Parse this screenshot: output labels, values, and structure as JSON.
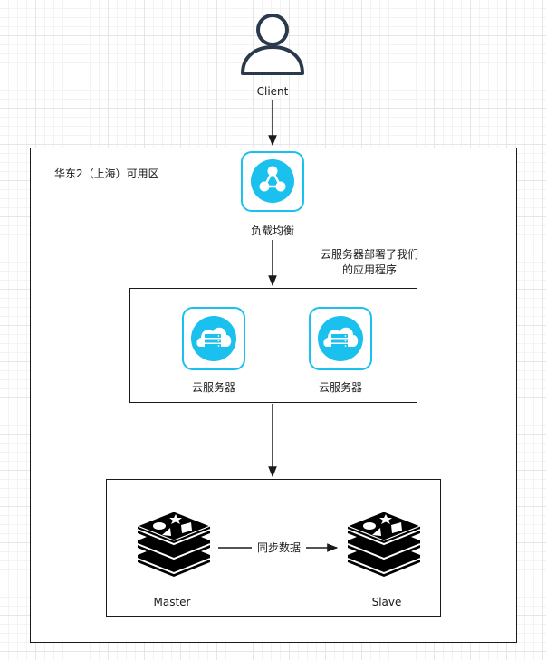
{
  "client": {
    "label": "Client"
  },
  "region": {
    "title": "华东2（上海）可用区"
  },
  "load_balancer": {
    "label": "负载均衡"
  },
  "deploy_note": {
    "line1": "云服务器部署了我们",
    "line2": "的应用程序"
  },
  "servers": [
    {
      "label": "云服务器"
    },
    {
      "label": "云服务器"
    }
  ],
  "redis": {
    "master_label": "Master",
    "slave_label": "Slave",
    "sync_label": "同步数据"
  },
  "colors": {
    "accent": "#1ac0ee",
    "line": "#1a1a1a",
    "redis_black": "#000000",
    "client_navy": "#2a3a4c"
  }
}
